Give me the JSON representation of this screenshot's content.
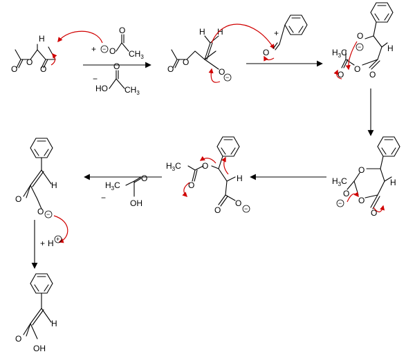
{
  "atoms": {
    "O": "O",
    "OH": "OH",
    "HO": "HO",
    "H": "H",
    "H3C": "H",
    "H3C_sub": "3",
    "H3C_tail": "C",
    "CH3_C": "CH",
    "CH3_sub": "3",
    "minus": "−",
    "plus": "+"
  },
  "colors": {
    "bond": "#000000",
    "electron_arrow": "#d00000"
  },
  "icons": [
    "benzene-ring",
    "reaction-arrow",
    "curly-electron-arrow",
    "negative-charge-circle",
    "positive-charge-circle"
  ]
}
